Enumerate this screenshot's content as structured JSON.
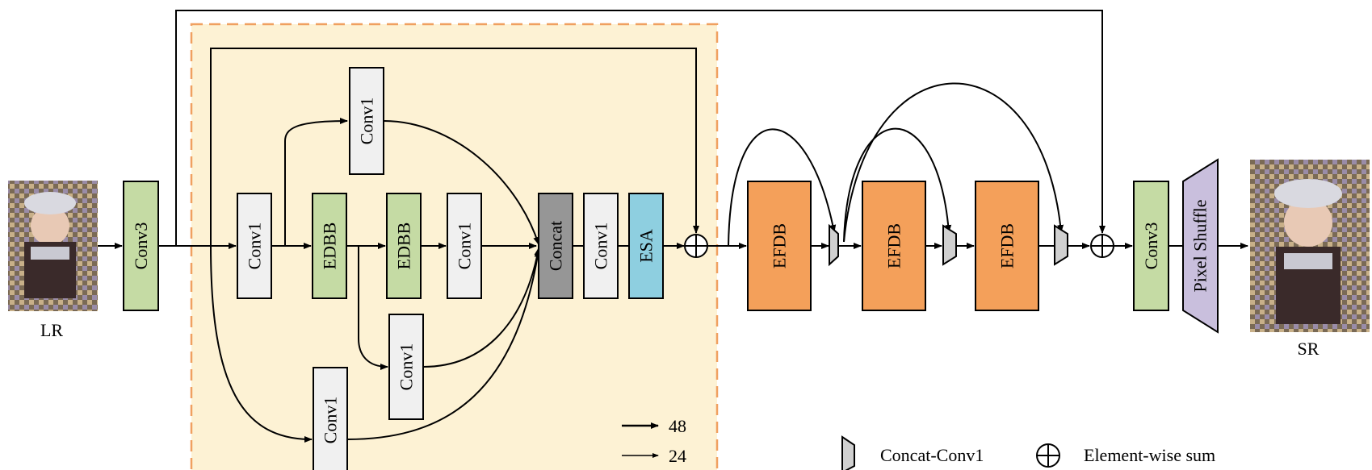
{
  "inputs": {
    "lr_label": "LR",
    "sr_label": "SR"
  },
  "main": {
    "conv3_in": "Conv3",
    "conv3_out": "Conv3",
    "pixel_shuffle": "Pixel Shuffle",
    "efdb_blocks": [
      "EFDB",
      "EFDB",
      "EFDB"
    ]
  },
  "efdb_detail": {
    "conv1_entry": "Conv1",
    "conv1_top": "Conv1",
    "edbb_1": "EDBB",
    "edbb_2": "EDBB",
    "conv1_mid": "Conv1",
    "conv1_lower": "Conv1",
    "conv1_bottom": "Conv1",
    "concat": "Concat",
    "conv1_after_concat": "Conv1",
    "esa": "ESA",
    "channels_thick": "48",
    "channels_thin": "24"
  },
  "legend": {
    "concat_conv1": "Concat-Conv1",
    "element_wise_sum": "Element-wise sum"
  },
  "colors": {
    "conv3": "#c5dba4",
    "edbb": "#c5dba4",
    "conv1": "#f0f0f0",
    "concat": "#969696",
    "esa": "#8ecfe0",
    "efdb": "#f4a05a",
    "pixel_shuffle": "#c9bfdd",
    "detail_panel": "#fdf2d4",
    "detail_border": "#f0a060"
  }
}
